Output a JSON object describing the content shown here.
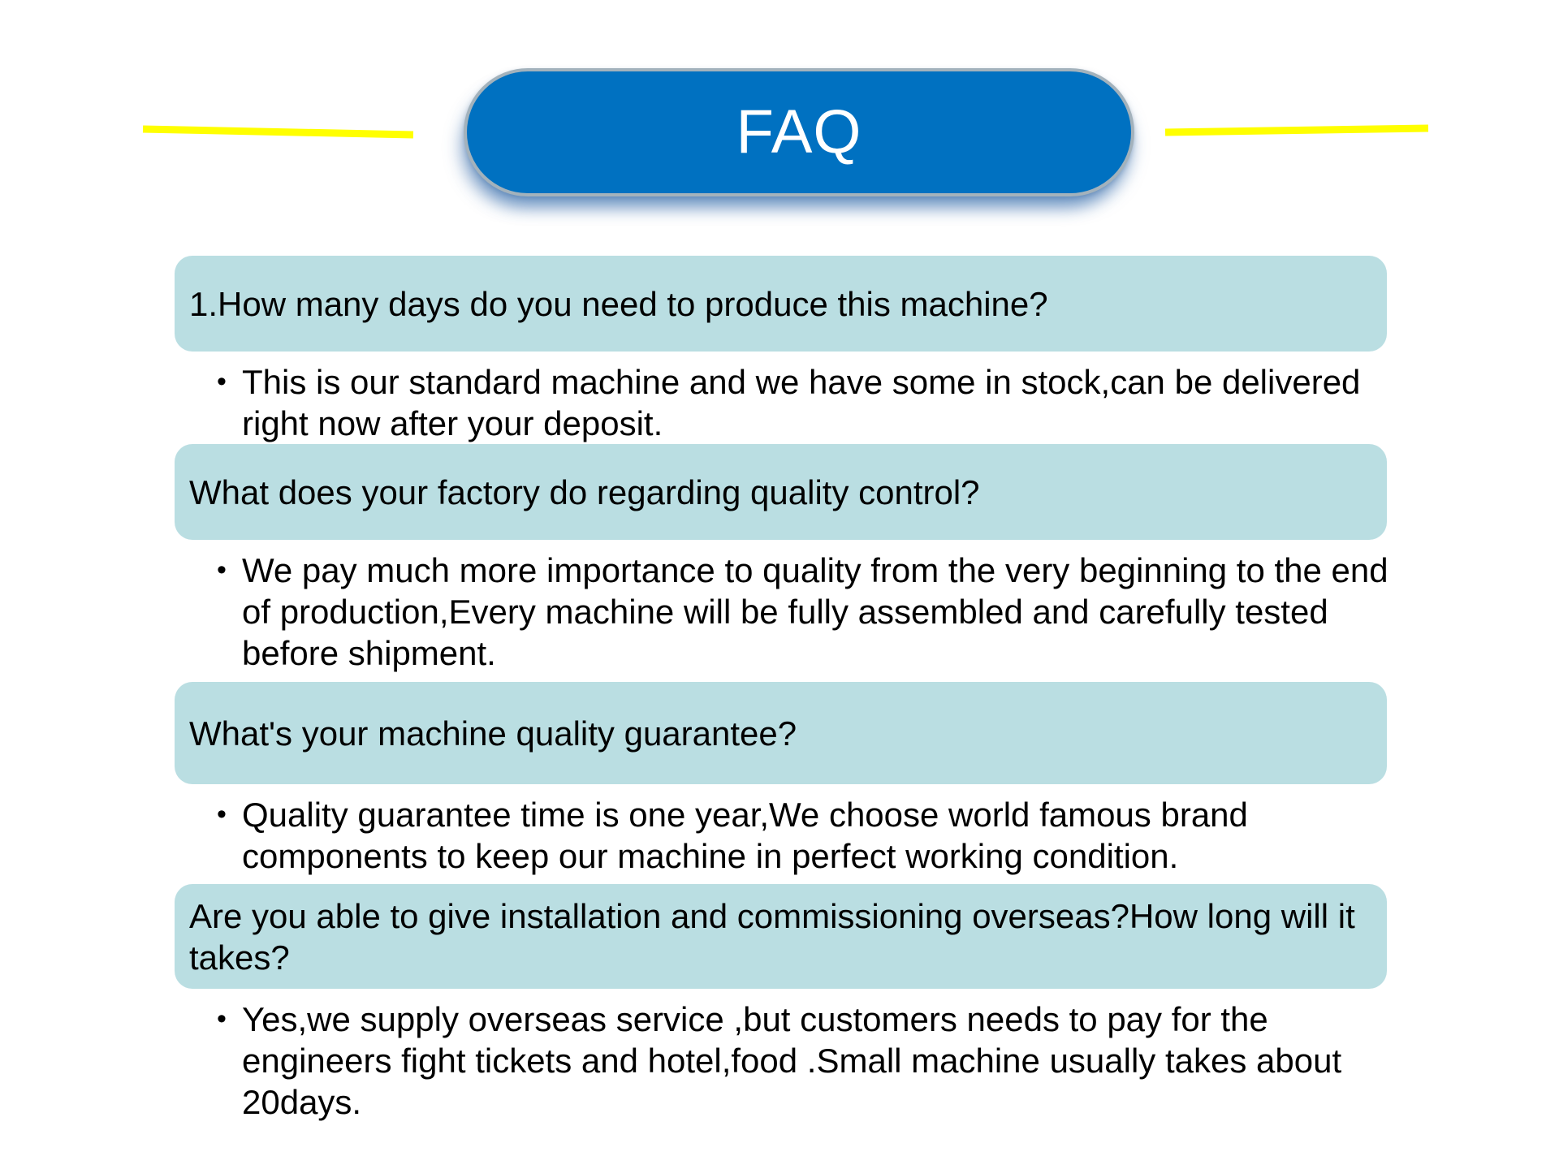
{
  "page": {
    "title": "FAQ"
  },
  "colors": {
    "title_pill_blue": "#0071C1",
    "question_box_teal": "#BADEE2",
    "divider_yellow": "#FFFF00",
    "title_text_white": "#FFFFFF",
    "body_text_black": "#000000"
  },
  "faq": {
    "items": [
      {
        "question": "1.How many days do you need to produce this machine?",
        "answer": "This is our standard machine and we have some in stock,can be delivered right now after your deposit."
      },
      {
        "question": "What does your factory do regarding quality control?",
        "answer": "We pay much more importance to quality from the very beginning to the end of production,Every machine will be fully assembled and carefully tested before shipment."
      },
      {
        "question": "What's your machine quality guarantee?",
        "answer": "Quality guarantee time is one year,We choose world famous brand components to keep our machine in perfect working condition."
      },
      {
        "question": "Are you able to give installation and commissioning overseas?How long will it takes?",
        "answer": "Yes,we supply overseas service ,but customers needs to pay for the engineers fight tickets and hotel,food .Small machine usually takes about 20days."
      }
    ]
  }
}
